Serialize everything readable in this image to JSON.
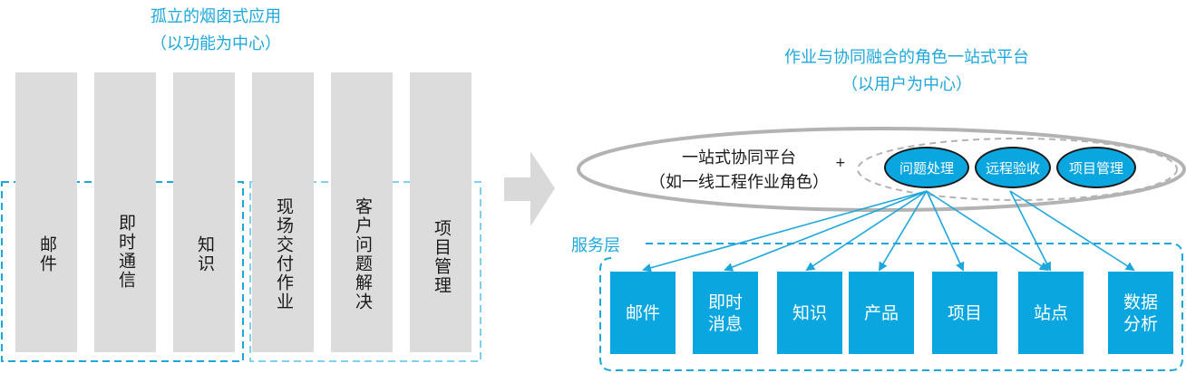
{
  "left": {
    "title_line1": "孤立的烟囱式应用",
    "title_line2": "（以功能为中心）",
    "bars": [
      {
        "label": "邮件"
      },
      {
        "label": "即时通信"
      },
      {
        "label": "知识"
      },
      {
        "label": "现场交付作业"
      },
      {
        "label": "客户问题解决"
      },
      {
        "label": "项目管理"
      }
    ]
  },
  "right": {
    "title_line1": "作业与协同融合的角色一站式平台",
    "title_line2": "（以用户为中心）",
    "platform_line1": "一站式协同平台",
    "platform_line2": "（如一线工程作业角色）",
    "plus": "+",
    "roles": [
      {
        "label": "问题处理"
      },
      {
        "label": "远程验收"
      },
      {
        "label": "项目管理"
      }
    ],
    "service_layer_label": "服务层",
    "services": [
      {
        "label": "邮件"
      },
      {
        "label": "即时\n消息"
      },
      {
        "label": "知识"
      },
      {
        "label": "产品"
      },
      {
        "label": "项目"
      },
      {
        "label": "站点"
      },
      {
        "label": "数据\n分析"
      }
    ]
  },
  "colors": {
    "accent": "#1ea7dc",
    "box_fill": "#0aa6e0",
    "bar_fill": "#dcdcdc",
    "arrow_gray": "#d9d9d9",
    "ellipse_gray": "#b3b3b3"
  }
}
